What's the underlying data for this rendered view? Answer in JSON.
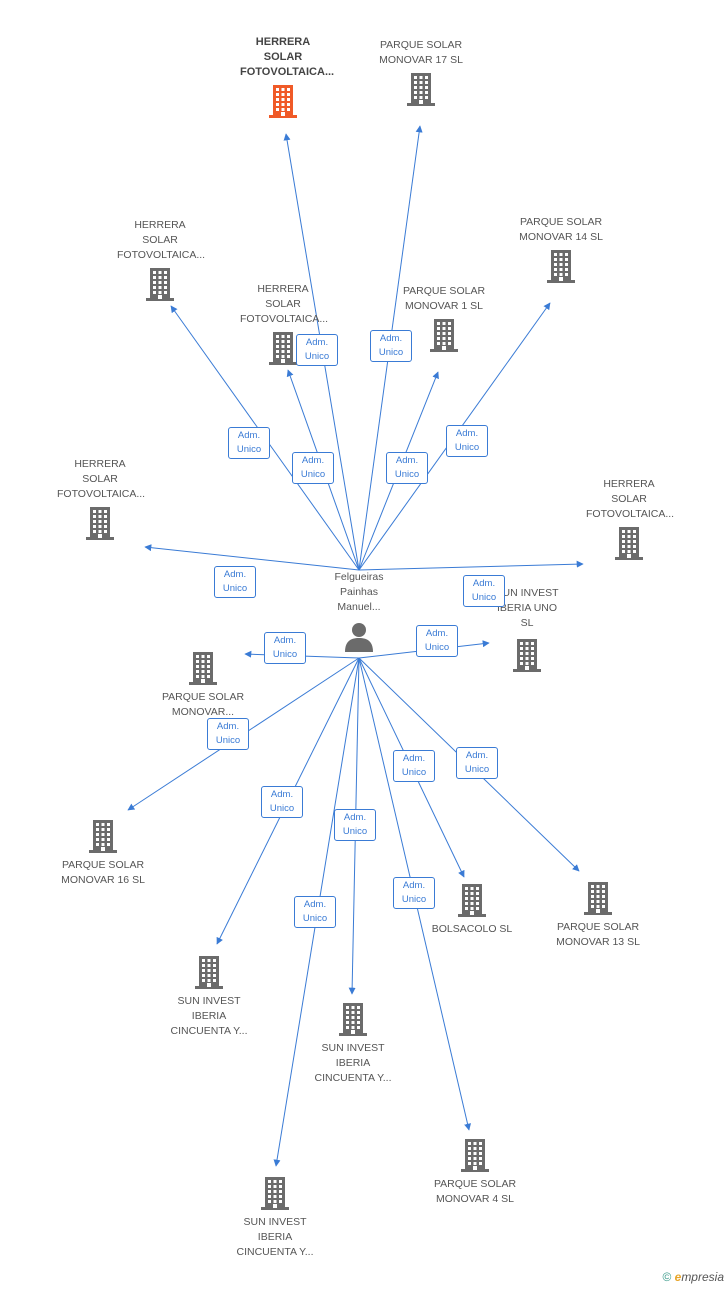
{
  "colors": {
    "main": "#f05a28",
    "node": "#6b6b6b",
    "edge": "#3a7bd5"
  },
  "center": {
    "name": "Felgueiras Painhas Manuel..."
  },
  "edge_label": {
    "line1": "Adm.",
    "line2": "Unico"
  },
  "nodes": [
    {
      "name": "HERRERA SOLAR FOTOVOLTAICA...",
      "main": true
    },
    {
      "name": "PARQUE SOLAR MONOVAR 17 SL"
    },
    {
      "name": "HERRERA SOLAR FOTOVOLTAICA..."
    },
    {
      "name": "PARQUE SOLAR MONOVAR 14 SL"
    },
    {
      "name": "HERRERA SOLAR FOTOVOLTAICA..."
    },
    {
      "name": "PARQUE SOLAR MONOVAR 1 SL"
    },
    {
      "name": "HERRERA SOLAR FOTOVOLTAICA..."
    },
    {
      "name": "HERRERA SOLAR FOTOVOLTAICA..."
    },
    {
      "name": "SUN INVEST IBERIA UNO SL"
    },
    {
      "name": "PARQUE SOLAR MONOVAR..."
    },
    {
      "name": "PARQUE SOLAR MONOVAR 16 SL"
    },
    {
      "name": "BOLSACOLO SL"
    },
    {
      "name": "PARQUE SOLAR MONOVAR 13 SL"
    },
    {
      "name": "SUN INVEST IBERIA CINCUENTA Y..."
    },
    {
      "name": "SUN INVEST IBERIA CINCUENTA Y..."
    },
    {
      "name": "PARQUE SOLAR MONOVAR 4 SL"
    },
    {
      "name": "SUN INVEST IBERIA CINCUENTA Y..."
    }
  ],
  "footer": {
    "copyright": "©",
    "brand_initial": "e",
    "brand_rest": "mpresia"
  }
}
